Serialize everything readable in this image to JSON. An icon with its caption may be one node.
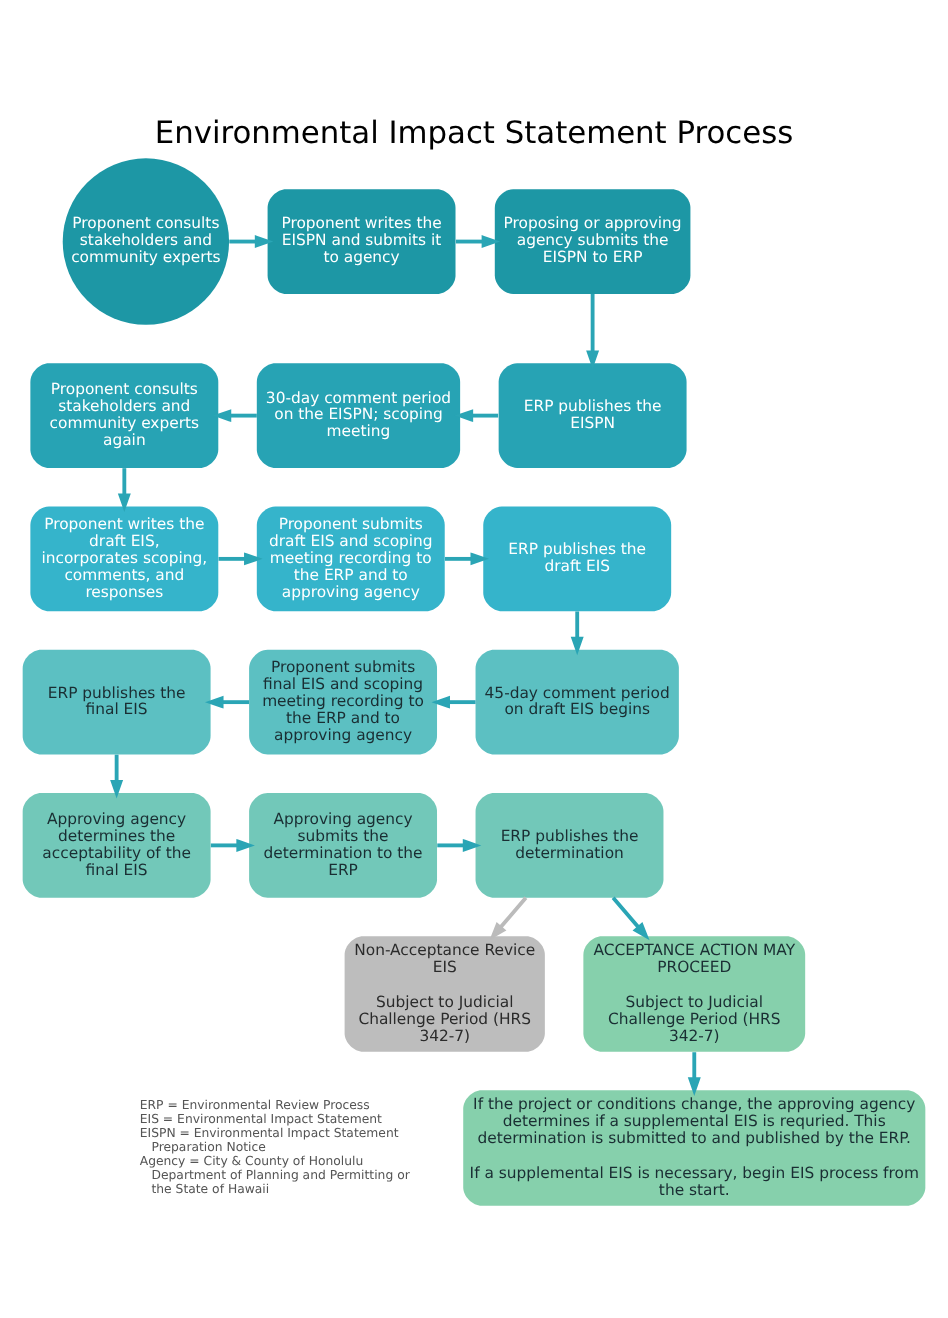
{
  "diagram": {
    "title": "Environmental Impact Statement Process",
    "nodes": [
      {
        "text": [
          "Proponent consults stakeholders and community experts"
        ]
      },
      {
        "text": [
          "Proponent writes the EISPN and submits it to agency"
        ]
      },
      {
        "text": [
          "Proposing or approving agency submits the EISPN to ERP"
        ]
      },
      {
        "text": [
          "ERP publishes the EISPN"
        ]
      },
      {
        "text": [
          "30-day comment period on the EISPN; scoping meeting"
        ]
      },
      {
        "text": [
          "Proponent consults stakeholders and community experts again"
        ]
      },
      {
        "text": [
          "Proponent writes the draft EIS, incorporates scoping, comments, and responses"
        ]
      },
      {
        "text": [
          "Proponent submits draft EIS and scoping meeting recording to the ERP and to approving agency"
        ]
      },
      {
        "text": [
          "ERP publishes the draft EIS"
        ]
      },
      {
        "text": [
          "45-day comment period on draft EIS begins"
        ]
      },
      {
        "text": [
          "Proponent submits final EIS and scoping meeting recording to the ERP and to approving agency"
        ]
      },
      {
        "text": [
          "ERP publishes the final EIS"
        ]
      },
      {
        "text": [
          "Approving agency determines the acceptability of the final EIS"
        ]
      },
      {
        "text": [
          "Approving agency submits the determination to the ERP"
        ]
      },
      {
        "text": [
          "ERP publishes the determination"
        ]
      },
      {
        "text": [
          "Non-Acceptance Revice EIS",
          "Subject to Judicial Challenge Period (HRS 342-7)"
        ]
      },
      {
        "text": [
          "ACCEPTANCE ACTION MAY PROCEED",
          "Subject to Judicial Challenge Period (HRS 342-7)"
        ]
      },
      {
        "text": [
          "If the project or conditions change, the approving agency determines if a supplemental EIS is requried. This determination is submitted to and published by the ERP.",
          "If a supplemental EIS is necessary, begin EIS process from the start."
        ]
      }
    ],
    "edges": [
      {
        "from": 0,
        "to": 1,
        "arrow": "to"
      },
      {
        "from": 1,
        "to": 2,
        "arrow": "to"
      },
      {
        "from": 2,
        "to": 3,
        "arrow": "to"
      },
      {
        "from": 3,
        "to": 4,
        "arrow": "to"
      },
      {
        "from": 4,
        "to": 5,
        "arrow": "to"
      },
      {
        "from": 5,
        "to": 6,
        "arrow": "to"
      },
      {
        "from": 6,
        "to": 7,
        "arrow": "to"
      },
      {
        "from": 7,
        "to": 8,
        "arrow": "to"
      },
      {
        "from": 8,
        "to": 9,
        "arrow": "to"
      },
      {
        "from": 9,
        "to": 10,
        "arrow": "to"
      },
      {
        "from": 10,
        "to": 11,
        "arrow": "to"
      },
      {
        "from": 11,
        "to": 12,
        "arrow": "to"
      },
      {
        "from": 12,
        "to": 13,
        "arrow": "to"
      },
      {
        "from": 13,
        "to": 14,
        "arrow": "to"
      },
      {
        "from": 14,
        "to": 15,
        "arrow": "to",
        "color": "#bbbbbb"
      },
      {
        "from": 14,
        "to": 16,
        "arrow": "to"
      },
      {
        "from": 16,
        "to": 17,
        "arrow": "to"
      }
    ],
    "labels": [
      "ERP = Environmental Review Process",
      "EIS = Environmental Impact Statement",
      "EISPN = Environmental Impact Statement Preparation Notice",
      "Agency = City & County of Honolulu Department of Planning and Permitting or the State of Hawaii"
    ]
  }
}
